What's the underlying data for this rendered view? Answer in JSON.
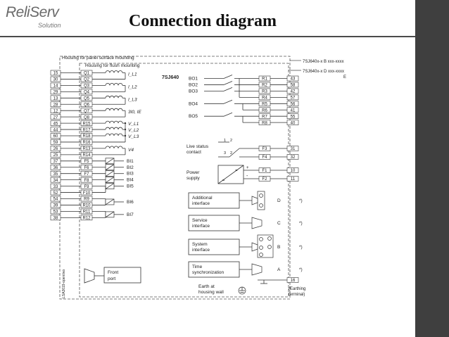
{
  "slide": {
    "logo_main": "ReliServ",
    "logo_sub": "Solution",
    "title": "Connection diagram"
  },
  "diagram": {
    "panel_label": "Housing for panel surface mounting",
    "flush_label": "Housing for flush mounting",
    "device": "7SJ640",
    "variant_b": "7SJ640x-x B xxx-xxxx",
    "variant_d": "7SJ640x-x D xxx-xxxx",
    "variant_e": "E",
    "left_outer": [
      "15",
      "30",
      "14",
      "29",
      "13",
      "28",
      "12",
      "27",
      "45",
      "44",
      "60",
      "59",
      "26",
      "25",
      "37",
      "36",
      "35",
      "34",
      "33",
      "52",
      "54",
      "39",
      "53",
      "38"
    ],
    "left_inner": [
      "Q1",
      "Q2",
      "Q3",
      "Q4",
      "Q5",
      "Q6",
      "Q7",
      "Q8",
      "R15",
      "R17",
      "R18",
      "R16",
      "R13",
      "R14",
      "F5",
      "F6",
      "F7",
      "F8",
      "F9",
      "F10",
      "R9",
      "R10",
      "R11",
      "R12"
    ],
    "meas_labels": [
      "I_L1",
      "I_L2",
      "I_L3",
      "3I0, IE",
      "V_L1",
      "V_L2",
      "V_L3",
      "V4"
    ],
    "bi_labels": [
      "BI1",
      "BI2",
      "BI3",
      "BI4",
      "BI5",
      "BI6",
      "BI7"
    ],
    "bo_labels": [
      "BO1",
      "BO2",
      "BO3",
      "BO4",
      "BO5"
    ],
    "right_inner": [
      "R1",
      "R2",
      "R3",
      "R4",
      "R5",
      "R6",
      "R7",
      "R8"
    ],
    "right_outer": [
      "43",
      "58",
      "42",
      "57",
      "56",
      "41",
      "55",
      "40"
    ],
    "live_status": "Live status contact",
    "contact_nums": [
      "1",
      "2",
      "3",
      "2"
    ],
    "live_inner": [
      "F3",
      "F4"
    ],
    "live_outer": [
      "31",
      "32"
    ],
    "power_supply": "Power supply",
    "plus": "+",
    "minus": "-",
    "power_inner": [
      "F1",
      "F2"
    ],
    "power_outer": [
      "10",
      "11"
    ],
    "interfaces": [
      {
        "label": "Additional interface",
        "port": "D",
        "note": "*)"
      },
      {
        "label": "Service interface",
        "port": "C",
        "note": "*)"
      },
      {
        "label": "System interface",
        "port": "B",
        "note": "*)"
      },
      {
        "label": "Time synchronization",
        "port": "A",
        "note": "*)"
      }
    ],
    "front_port": "Front port",
    "earth_label": "Earth at housing wall",
    "earth_terminal": "16",
    "earthing_note": "(Earthing terminal)",
    "side_code": "LSA2619-open/wo"
  }
}
